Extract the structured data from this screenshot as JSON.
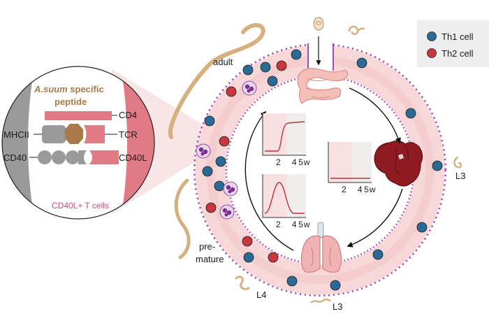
{
  "legend": {
    "items": [
      {
        "label": "Th1 cell",
        "color": "#2b6a94"
      },
      {
        "label": "Th2 cell",
        "color": "#c8363f"
      }
    ]
  },
  "inset": {
    "title_species": "A.suum",
    "title_rest": " specific",
    "title_line2": "peptide",
    "left_labels": [
      "MHCII",
      "CD40"
    ],
    "right_labels": [
      "CD4",
      "TCR",
      "CD40L"
    ],
    "footer": "CD40L+ T cells"
  },
  "stages": {
    "adult": "adult",
    "premature_1": "pre-",
    "premature_2": "mature",
    "l3_right": "L3",
    "l3_bottom": "L3",
    "l4": "L4"
  },
  "mini_plots": [
    {
      "id": "intestine",
      "ticks": [
        "2",
        "4",
        "5",
        "w"
      ],
      "curve": "sigmoid-rise"
    },
    {
      "id": "liver",
      "ticks": [
        "2",
        "4",
        "5",
        "w"
      ],
      "curve": "flat"
    },
    {
      "id": "lung",
      "ticks": [
        "2",
        "4",
        "5",
        "w"
      ],
      "curve": "peak"
    }
  ],
  "colors": {
    "ring_fill": "#f7d7d8",
    "ring_edge": "#9c4fb3",
    "th1": "#2b6a94",
    "th2": "#c8363f",
    "worm": "#d6b07e",
    "liver": "#8e1a22",
    "plot_line": "#b8323a",
    "accent_pink": "#e07a85"
  }
}
